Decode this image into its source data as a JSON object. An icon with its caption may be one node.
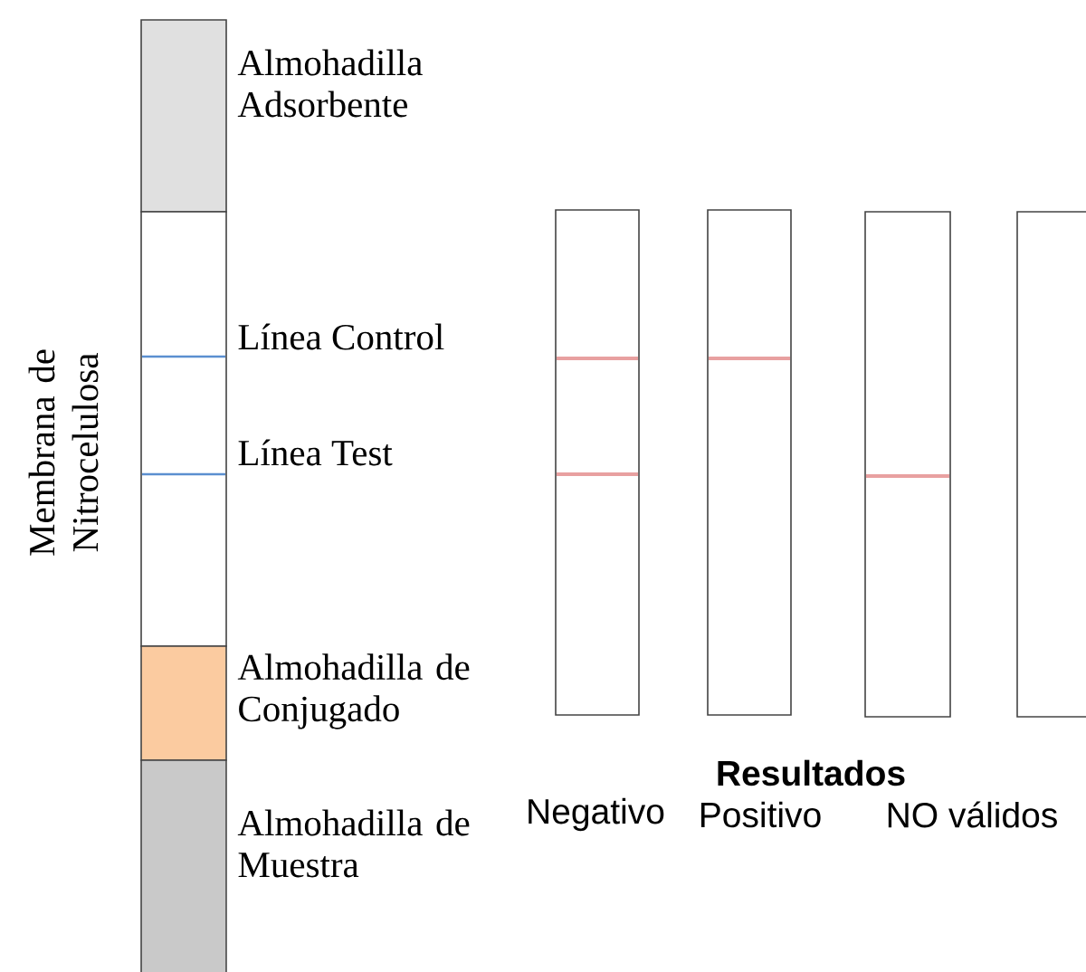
{
  "diagram": {
    "nodes": [
      {
        "text": [],
        "shape": "box",
        "beside": [
          "Almohadilla Adsorbente"
        ]
      },
      {
        "text": [],
        "shape": "box",
        "beside": [
          "Membrana de Nitrocelulosa",
          "Línea Control",
          "Línea Test"
        ]
      },
      {
        "text": [],
        "shape": "box",
        "beside": [
          "Almohadilla de Conjugado"
        ]
      },
      {
        "text": [],
        "shape": "box",
        "beside": [
          "Almohadilla de Muestra"
        ]
      },
      {
        "text": [],
        "shape": "box",
        "beside": [
          "Negativo"
        ]
      },
      {
        "text": [],
        "shape": "box",
        "beside": [
          "Positivo"
        ]
      },
      {
        "text": [],
        "shape": "box"
      },
      {
        "text": [],
        "shape": "box"
      }
    ],
    "labels": [
      "Resultados",
      "NO válidos"
    ]
  }
}
